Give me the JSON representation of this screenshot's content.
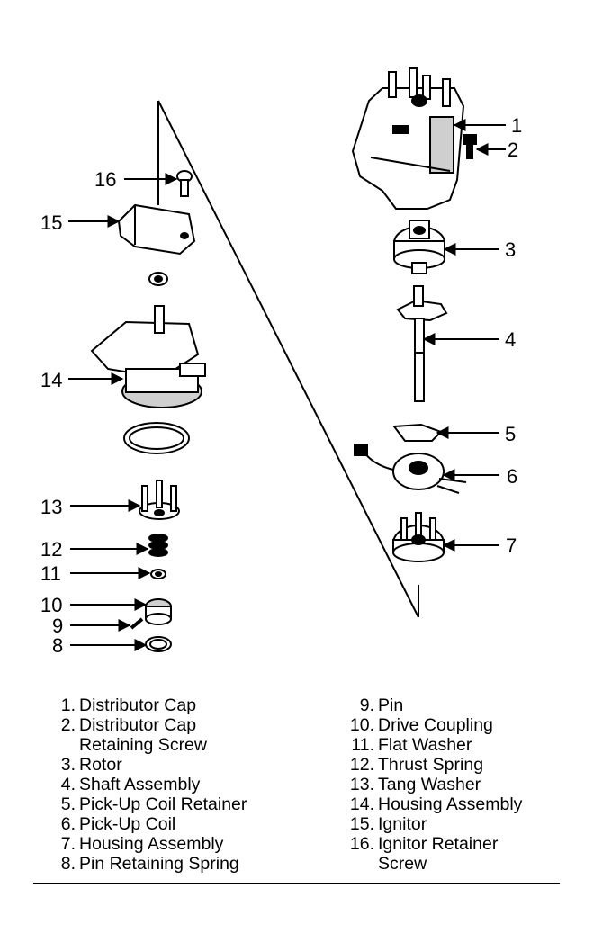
{
  "callouts": {
    "n1": "1",
    "n2": "2",
    "n3": "3",
    "n4": "4",
    "n5": "5",
    "n6": "6",
    "n7": "7",
    "n8": "8",
    "n9": "9",
    "n10": "10",
    "n11": "11",
    "n12": "12",
    "n13": "13",
    "n14": "14",
    "n15": "15",
    "n16": "16"
  },
  "legend_left": [
    {
      "num": "1.",
      "name": "Distributor Cap"
    },
    {
      "num": "2.",
      "name": "Distributor Cap Retaining Screw"
    },
    {
      "num": "3.",
      "name": "Rotor"
    },
    {
      "num": "4.",
      "name": "Shaft Assembly"
    },
    {
      "num": "5.",
      "name": "Pick-Up Coil Retainer"
    },
    {
      "num": "6.",
      "name": "Pick-Up Coil"
    },
    {
      "num": "7.",
      "name": "Housing Assembly"
    },
    {
      "num": "8.",
      "name": "Pin Retaining Spring"
    }
  ],
  "legend_right": [
    {
      "num": "9.",
      "name": "Pin"
    },
    {
      "num": "10.",
      "name": "Drive Coupling"
    },
    {
      "num": "11.",
      "name": "Flat Washer"
    },
    {
      "num": "12.",
      "name": "Thrust Spring"
    },
    {
      "num": "13.",
      "name": "Tang Washer"
    },
    {
      "num": "14.",
      "name": "Housing Assembly"
    },
    {
      "num": "15.",
      "name": "Ignitor"
    },
    {
      "num": "16.",
      "name": "Ignitor Retainer Screw"
    }
  ]
}
